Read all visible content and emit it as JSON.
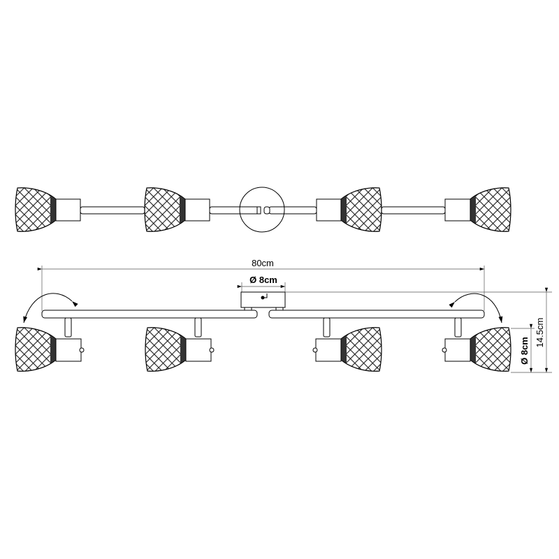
{
  "diagram": {
    "views": [
      "top-view",
      "side-view"
    ],
    "shade_count": 4,
    "dimensions": {
      "total_length": "80cm",
      "canopy_diameter": "Ø 8cm",
      "shade_diameter": "Ø 8cm",
      "total_height": "14.5cm"
    },
    "colors": {
      "line": "#000000",
      "background": "#ffffff"
    }
  }
}
